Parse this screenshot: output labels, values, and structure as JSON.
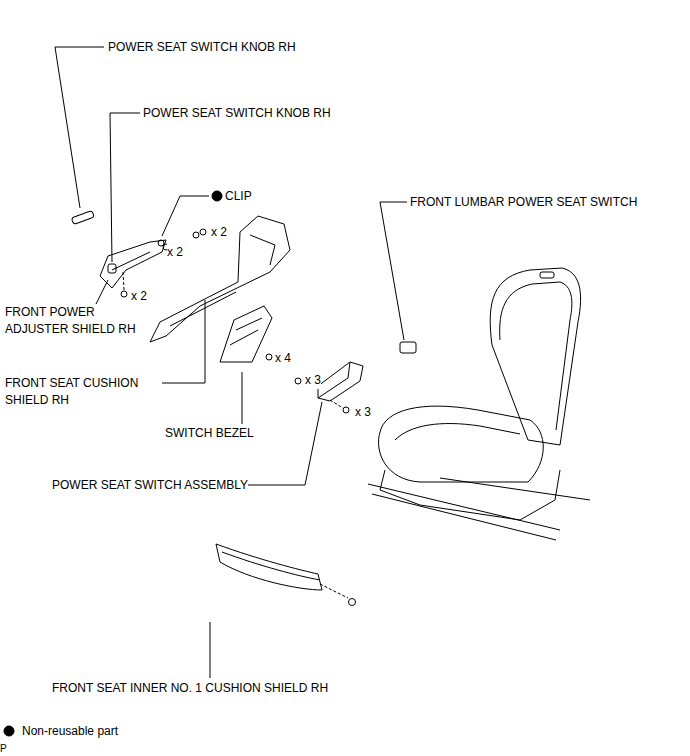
{
  "diagram": {
    "labels": [
      "POWER SEAT SWITCH KNOB RH",
      "POWER SEAT SWITCH KNOB RH",
      "CLIP",
      "x 2",
      "x 2",
      "FRONT LUMBAR POWER SEAT SWITCH",
      "FRONT POWER ADJUSTER SHIELD RH",
      "x 2",
      "FRONT SEAT CUSHION SHIELD RH",
      "x 4",
      "x 3",
      "x 3",
      "SWITCH BEZEL",
      "POWER SEAT SWITCH ASSEMBLY",
      "FRONT SEAT INNER NO. 1 CUSHION SHIELD RH",
      "P"
    ],
    "legend": [
      {
        "text": "Non-reusable part"
      }
    ]
  }
}
